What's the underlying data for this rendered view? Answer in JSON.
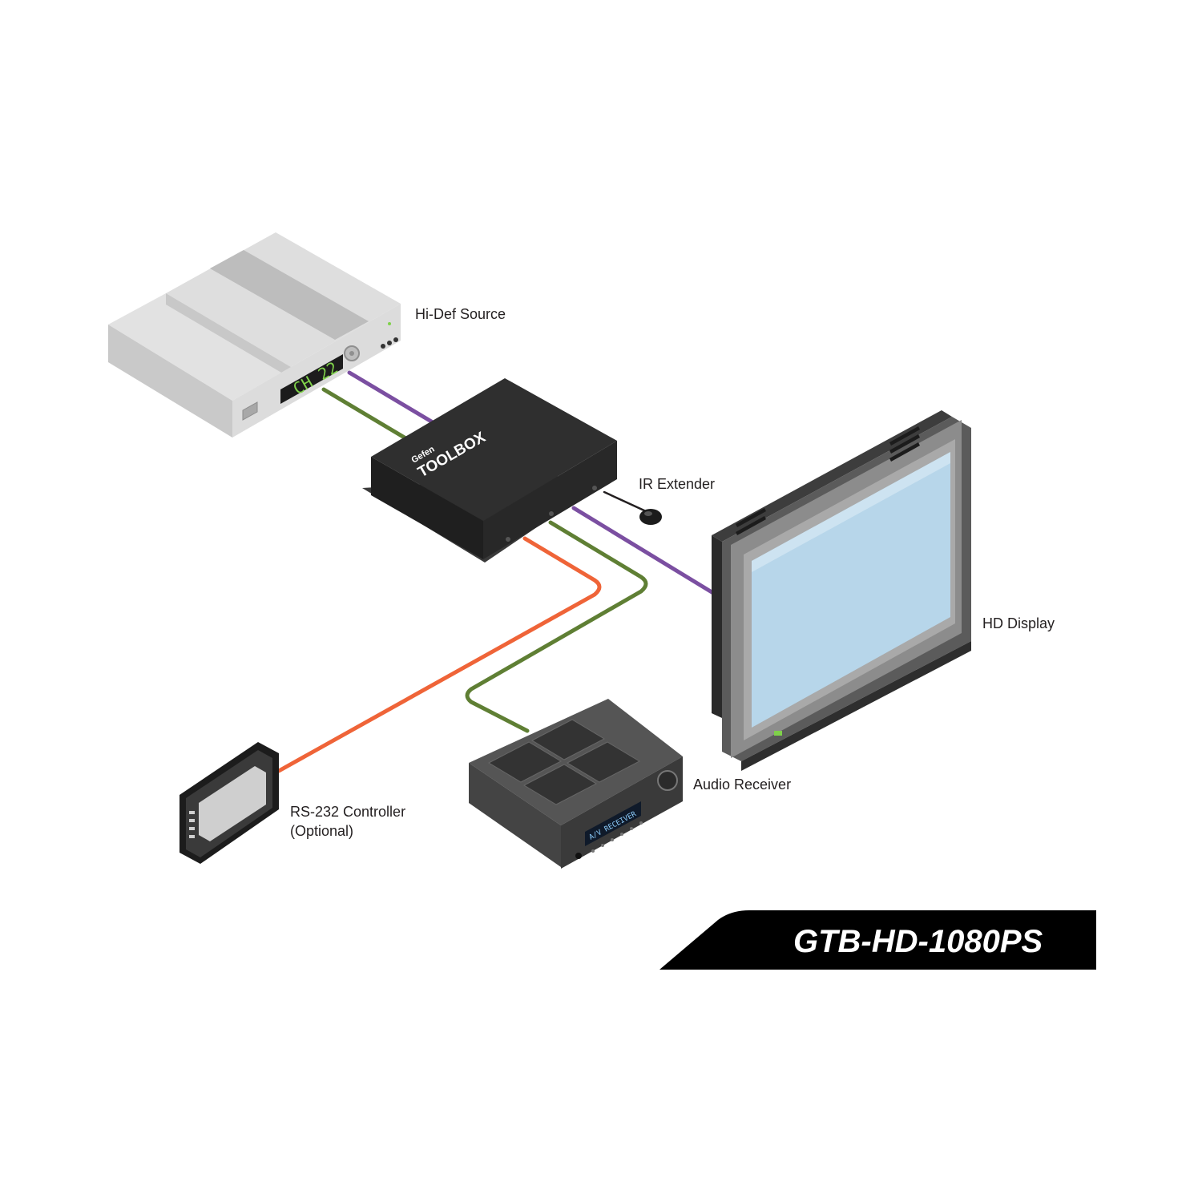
{
  "labels": {
    "hi_def_source": "Hi-Def Source",
    "ir_extender": "IR Extender",
    "hd_display": "HD Display",
    "audio_receiver": "Audio Receiver",
    "rs232_line1": "RS-232 Controller",
    "rs232_line2": "(Optional)"
  },
  "device_text": {
    "source_display": "CH 22",
    "toolbox_brand_small": "Gefen",
    "toolbox_brand_large": "TOOLBOX",
    "receiver_display": "A/V RECEIVER"
  },
  "model_banner": "GTB-HD-1080PS",
  "colors": {
    "hdmi_purple": "#7b4fa1",
    "audio_green": "#5f7f34",
    "rs232_orange": "#ef6438",
    "display_screen": "#b7d6ea",
    "banner": "#000000"
  }
}
